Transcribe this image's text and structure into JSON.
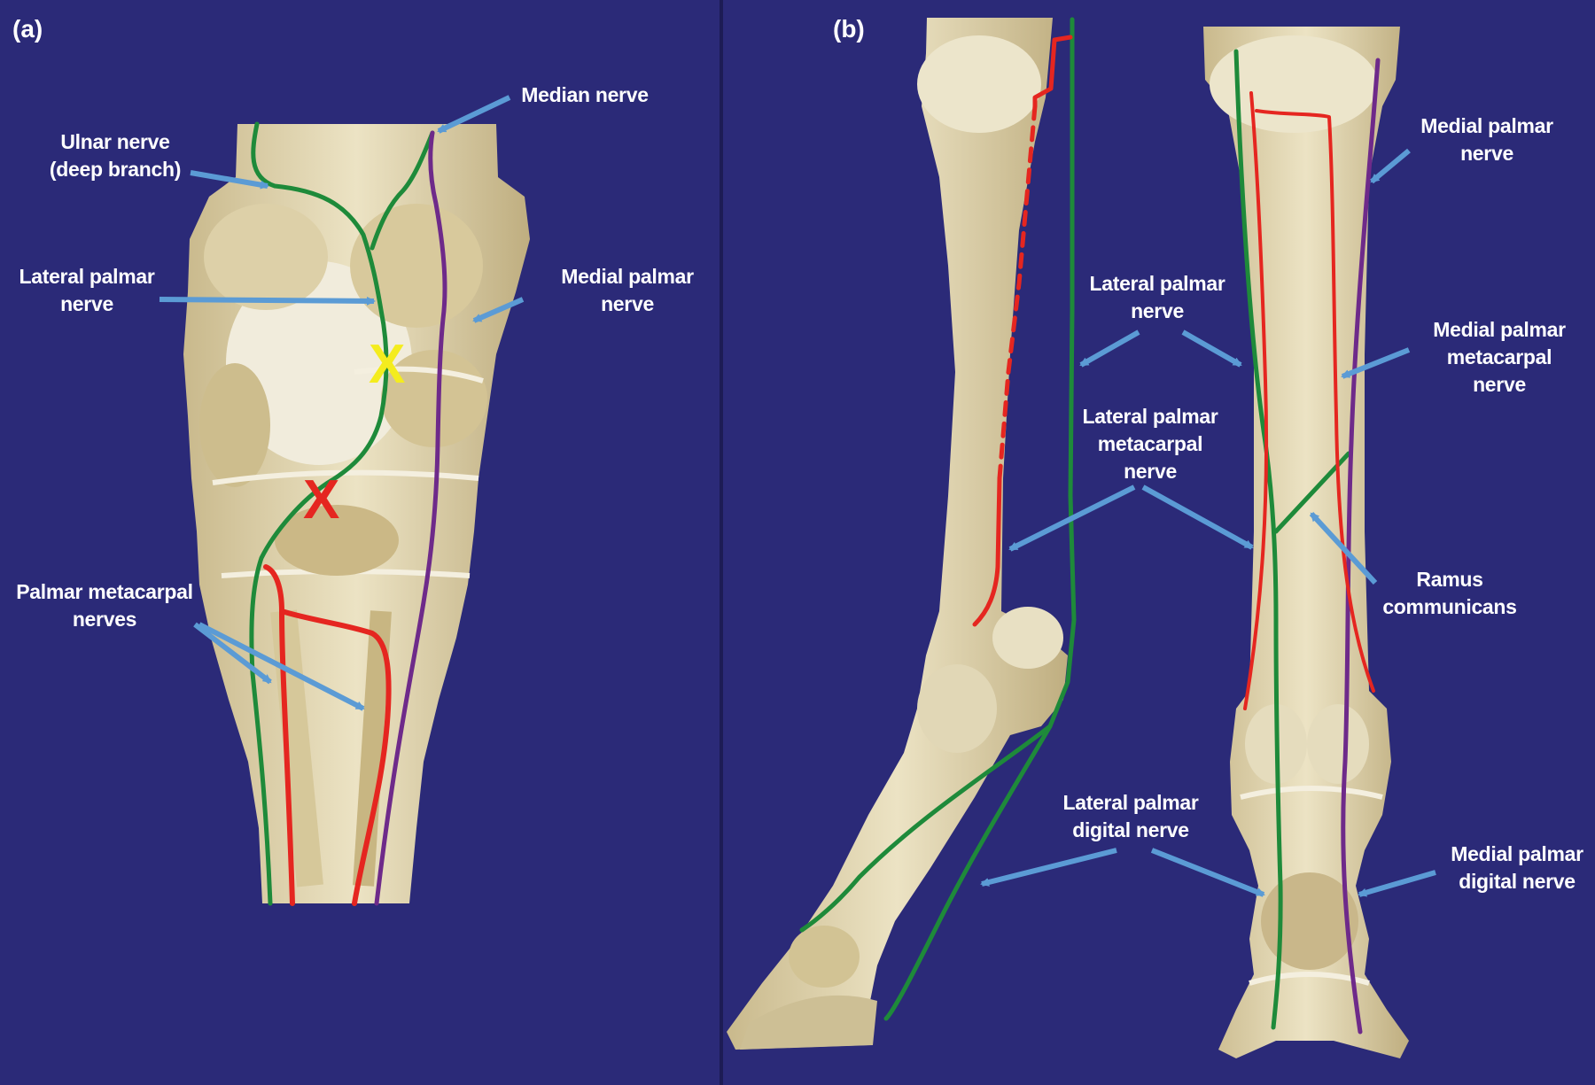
{
  "figure": {
    "panel_a": {
      "letter": "(a)",
      "labels": {
        "median_nerve": [
          "Median nerve"
        ],
        "ulnar_nerve": [
          "Ulnar nerve",
          "(deep branch)"
        ],
        "lateral_palmar_nerve": [
          "Lateral palmar",
          "nerve"
        ],
        "medial_palmar_nerve": [
          "Medial palmar",
          "nerve"
        ],
        "palmar_metacarpal_nerves": [
          "Palmar metacarpal",
          "nerves"
        ]
      },
      "markers": {
        "yellow_x": "X",
        "red_x": "X"
      }
    },
    "panel_b": {
      "letter": "(b)",
      "labels": {
        "medial_palmar_nerve": [
          "Medial palmar",
          "nerve"
        ],
        "lateral_palmar_nerve": [
          "Lateral palmar",
          "nerve"
        ],
        "medial_palmar_metacarpal_nerve": [
          "Medial palmar",
          "metacarpal",
          "nerve"
        ],
        "lateral_palmar_metacarpal_nerve": [
          "Lateral palmar",
          "metacarpal",
          "nerve"
        ],
        "ramus_communicans": [
          "Ramus",
          "communicans"
        ],
        "lateral_palmar_digital_nerve": [
          "Lateral palmar",
          "digital nerve"
        ],
        "medial_palmar_digital_nerve": [
          "Medial palmar",
          "digital nerve"
        ]
      }
    },
    "colors": {
      "background": "#2b2a78",
      "bone": "#e3d8b4",
      "bone_shadow": "#b9a77a",
      "green_nerve": "#1e8a3a",
      "red_nerve": "#e52620",
      "purple_nerve": "#6e2a8a",
      "arrow": "#5b9bd5",
      "label_text": "#ffffff",
      "yellow_marker": "#f4ec1e"
    }
  }
}
